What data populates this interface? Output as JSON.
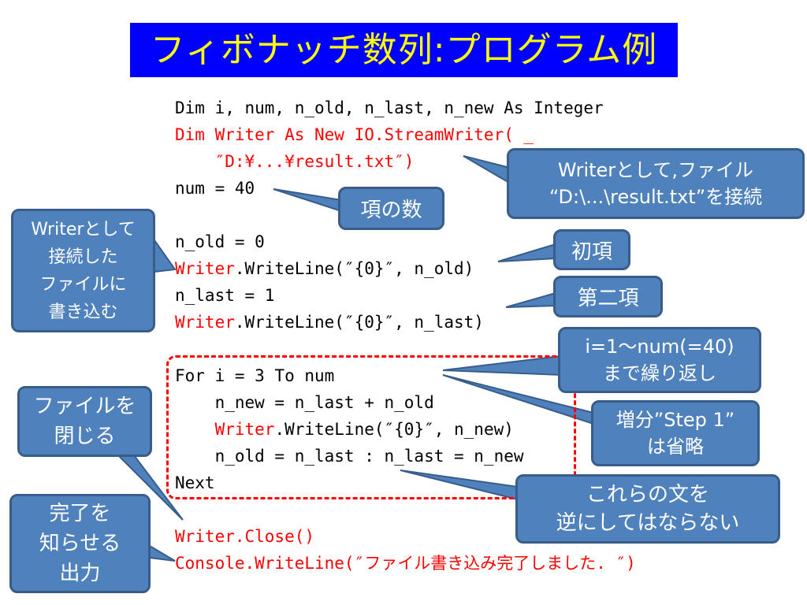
{
  "title": "フィボナッチ数列:プログラム例",
  "code": {
    "l1": "Dim i, num, n_old, n_last, n_new As Integer",
    "l2": "Dim Writer As New IO.StreamWriter( _",
    "l3": "    ″D:¥...¥result.txt″)",
    "l4": "num = 40",
    "l5": "n_old = 0",
    "l6a": "Writer",
    "l6b": ".WriteLine(″{0}″, n_old)",
    "l7": "n_last = 1",
    "l8a": "Writer",
    "l8b": ".WriteLine(″{0}″, n_last)",
    "l9": "For i = 3 To num",
    "l10": "    n_new = n_last + n_old",
    "l11a": "    Writer",
    "l11b": ".WriteLine(″{0}″, n_new)",
    "l12": "    n_old = n_last : n_last = n_new",
    "l13": "Next",
    "l14": "Writer.Close()",
    "l15": "Console.WriteLine(″ファイル書き込み完了しました. ″)"
  },
  "callouts": {
    "writer_file": [
      "Writerとして,ファイル",
      "“D:\\...\\result.txt”を接続"
    ],
    "num_terms": "項の数",
    "first_term": "初項",
    "second_term": "第二項",
    "range": [
      "i=1～num(=40)",
      "まで繰り返し"
    ],
    "step": [
      "増分”Step 1”",
      "は省略"
    ],
    "order": [
      "これらの文を",
      "逆にしてはならない"
    ],
    "write_file": [
      "Writerとして",
      "接続した",
      "ファイルに",
      "書き込む"
    ],
    "close_file": [
      "ファイルを",
      "閉じる"
    ],
    "done": [
      "完了を",
      "知らせる",
      "出力"
    ]
  },
  "colors": {
    "title_bg": "#0000ff",
    "title_fg": "#ffff00",
    "callout_fill": "#4f81bd",
    "callout_border": "#385d8a",
    "highlight": "#ff0000"
  }
}
